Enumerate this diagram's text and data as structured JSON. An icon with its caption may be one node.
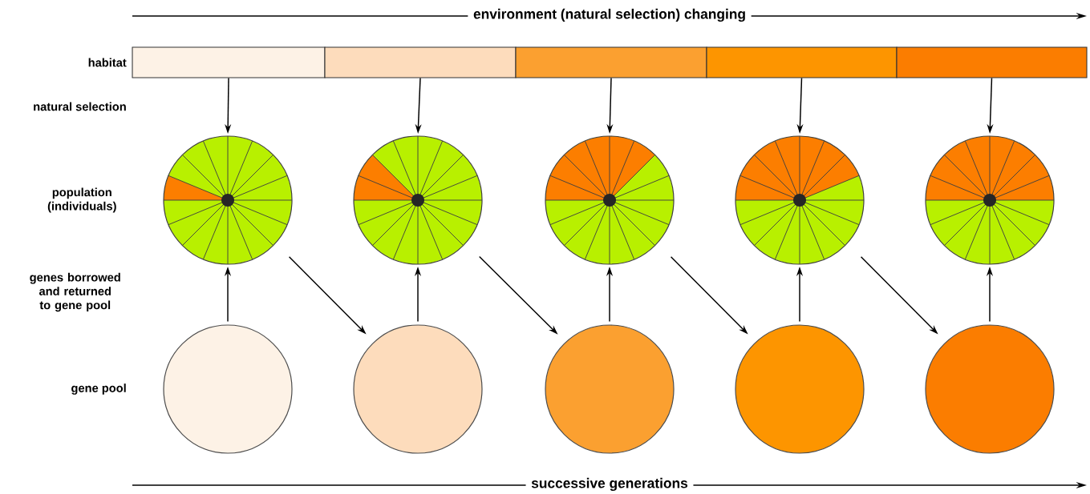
{
  "diagram": {
    "nodes": [
      {
        "text": [],
        "shape": "box"
      },
      {
        "text": [],
        "shape": "box"
      },
      {
        "text": [],
        "shape": "box"
      },
      {
        "text": [],
        "shape": "box"
      },
      {
        "text": [],
        "shape": "box"
      },
      {
        "text": [],
        "shape": "circle"
      },
      {
        "text": [],
        "shape": "circle"
      },
      {
        "text": [],
        "shape": "circle"
      },
      {
        "text": [],
        "shape": "circle"
      },
      {
        "text": [],
        "shape": "circle"
      },
      {
        "text": [],
        "shape": "circle"
      },
      {
        "text": [],
        "shape": "circle"
      },
      {
        "text": [],
        "shape": "circle"
      },
      {
        "text": [],
        "shape": "circle"
      },
      {
        "text": [],
        "shape": "circle"
      }
    ],
    "edges": [
      {
        "from": 0,
        "to": 5,
        "arrow": "to"
      },
      {
        "from": 1,
        "to": 6,
        "arrow": "to"
      },
      {
        "from": 2,
        "to": 7,
        "arrow": "to"
      },
      {
        "from": 3,
        "to": 8,
        "arrow": "to"
      },
      {
        "from": 4,
        "to": 9,
        "arrow": "to"
      },
      {
        "from": 10,
        "to": 5,
        "arrow": "to"
      },
      {
        "from": 5,
        "to": 11,
        "arrow": "to"
      },
      {
        "from": 11,
        "to": 6,
        "arrow": "to"
      },
      {
        "from": 6,
        "to": 12,
        "arrow": "to"
      },
      {
        "from": 12,
        "to": 7,
        "arrow": "to"
      },
      {
        "from": 7,
        "to": 13,
        "arrow": "to"
      },
      {
        "from": 13,
        "to": 8,
        "arrow": "to"
      },
      {
        "from": 8,
        "to": 14,
        "arrow": "to"
      },
      {
        "from": 14,
        "to": 9,
        "arrow": "to"
      }
    ],
    "labels": [
      "environment (natural selection) changing",
      "habitat",
      "natural selection",
      "population (individuals)",
      "genes borrowed and returned to gene pool",
      "gene pool",
      "successive generations"
    ]
  }
}
